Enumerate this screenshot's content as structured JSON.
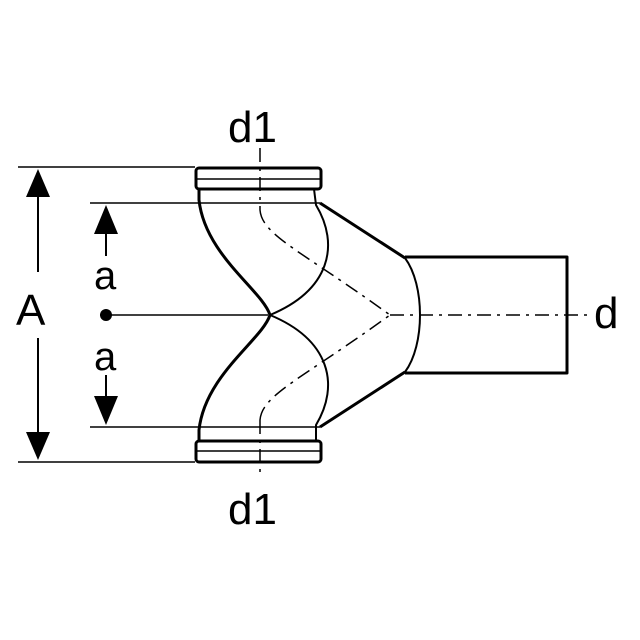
{
  "labels": {
    "dim_overall": "A",
    "dim_half_upper": "a",
    "dim_half_lower": "a",
    "branch_diameter": "d",
    "top_diameter": "d1",
    "bottom_diameter": "d1"
  },
  "colors": {
    "line": "#000000",
    "background": "#ffffff"
  }
}
